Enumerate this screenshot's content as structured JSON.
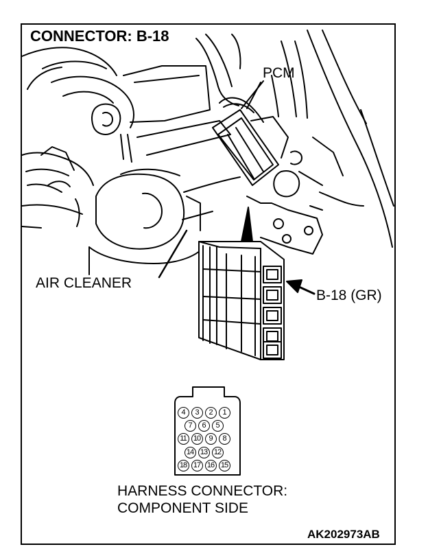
{
  "labels": {
    "title": "CONNECTOR: B-18",
    "pcm": "PCM",
    "air_cleaner": "AIR CLEANER",
    "connector_callout": "B-18 (GR)",
    "harness_line1": "HARNESS CONNECTOR:",
    "harness_line2": "COMPONENT SIDE",
    "figure_code": "AK202973AB"
  },
  "connector_pins": {
    "row1": [
      "4",
      "3",
      "2",
      "1"
    ],
    "row2": [
      "7",
      "6",
      "5"
    ],
    "row3": [
      "11",
      "10",
      "9",
      "8"
    ],
    "row4": [
      "14",
      "13",
      "12"
    ],
    "row5": [
      "18",
      "17",
      "16",
      "15"
    ]
  }
}
